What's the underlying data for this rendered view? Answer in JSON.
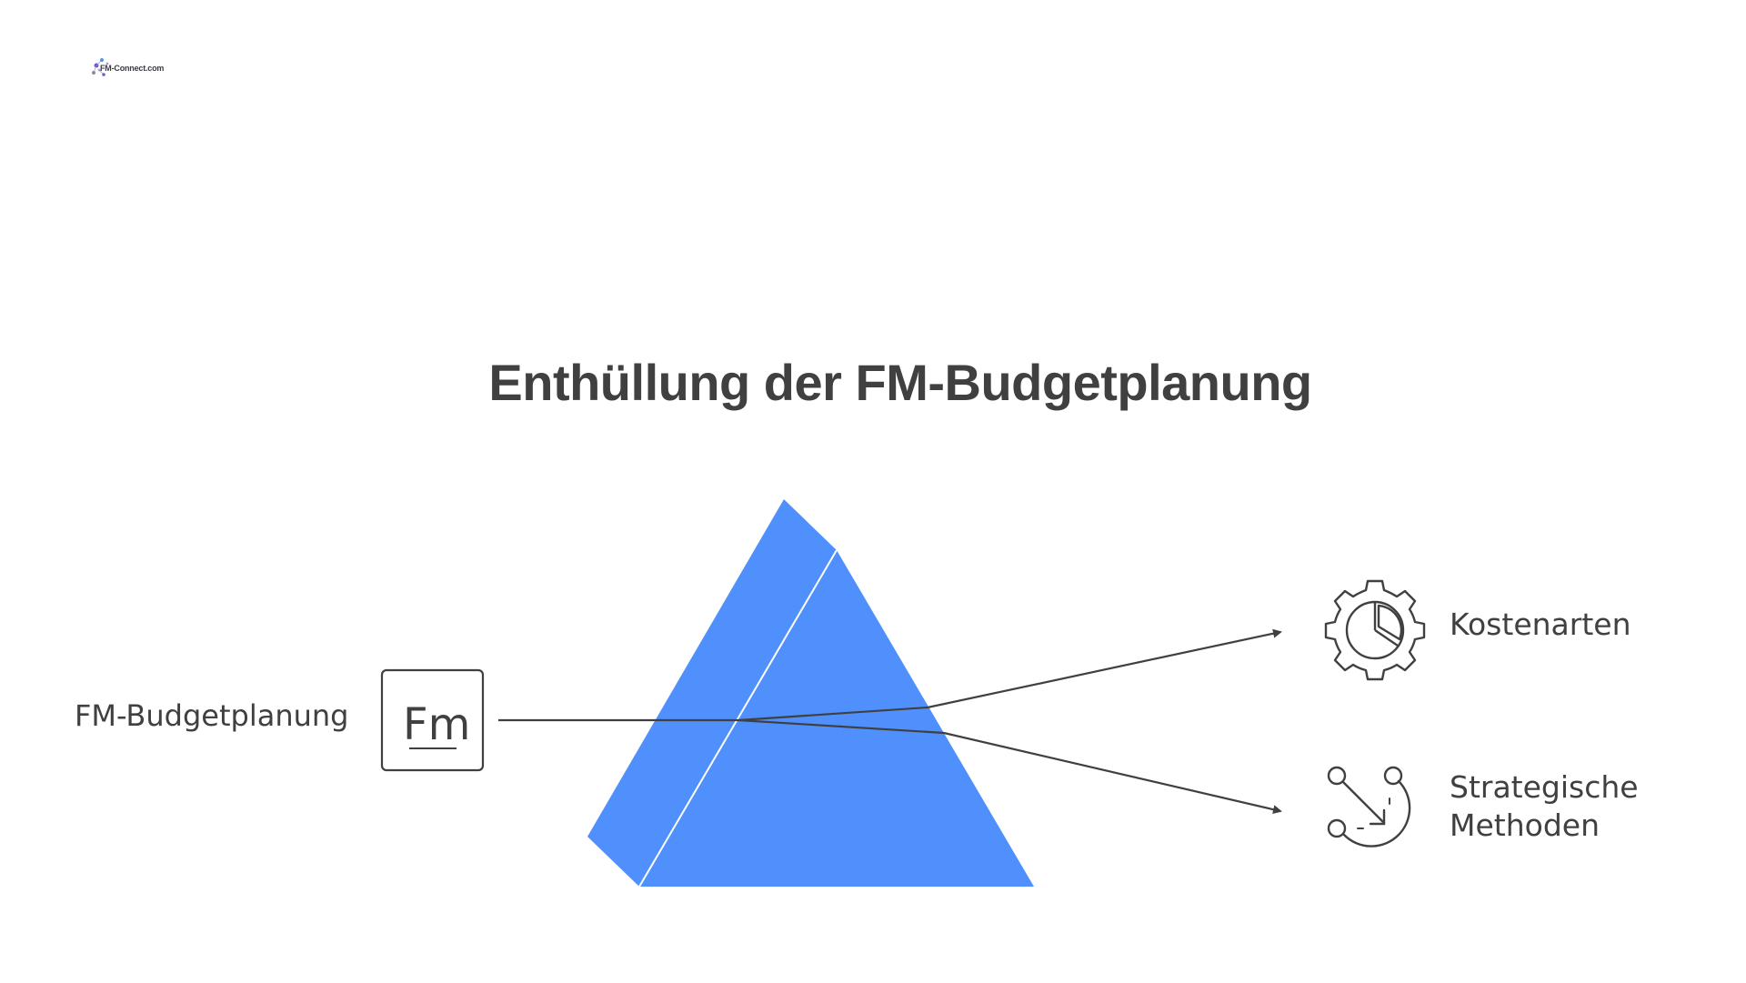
{
  "logo": {
    "text": "FM-Connect.com",
    "icon": "fm-connect-logo-icon"
  },
  "title": "Enthüllung der FM-Budgetplanung",
  "input": {
    "label": "FM-Budgetplanung",
    "icon": "fm-letters-icon",
    "icon_text": "Fm"
  },
  "outputs": [
    {
      "label": "Kostenarten",
      "icon": "gear-pie-chart-icon"
    },
    {
      "label": "Strategische Methoden",
      "icon": "path-to-target-icon"
    }
  ],
  "colors": {
    "prism": "#4f90fc",
    "prism_edge": "#ffffff",
    "lines": "#404040",
    "text": "#404040"
  }
}
